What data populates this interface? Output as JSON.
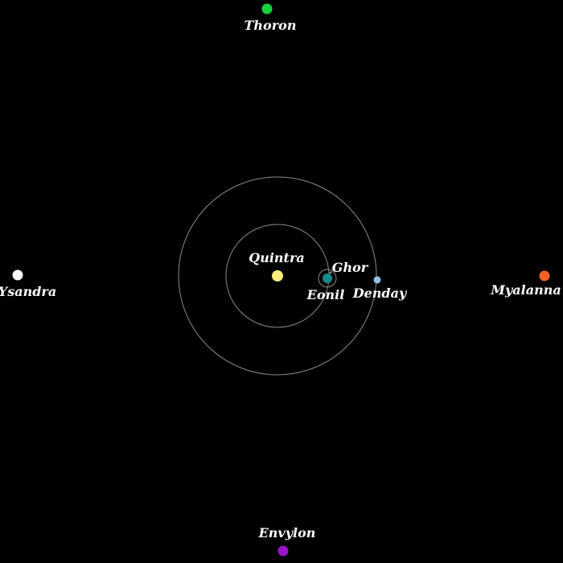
{
  "background": "#000000",
  "orbit_color": "#8a8a8a",
  "bodies": {
    "quintra": {
      "name": "Quintra",
      "color": "#f8ec7a"
    },
    "eonil": {
      "name": "Eonil",
      "color": "#178a8a"
    },
    "ghor": {
      "name": "Ghor",
      "color": "#8a8a8a"
    },
    "denday": {
      "name": "Denday",
      "color": "#8fc3ec"
    },
    "thoron": {
      "name": "Thoron",
      "color": "#16d43c"
    },
    "ysandra": {
      "name": "Ysandra",
      "color": "#ffffff"
    },
    "myalanna": {
      "name": "Myalanna",
      "color": "#f0622a"
    },
    "envylon": {
      "name": "Envylon",
      "color": "#9b15c9"
    }
  }
}
